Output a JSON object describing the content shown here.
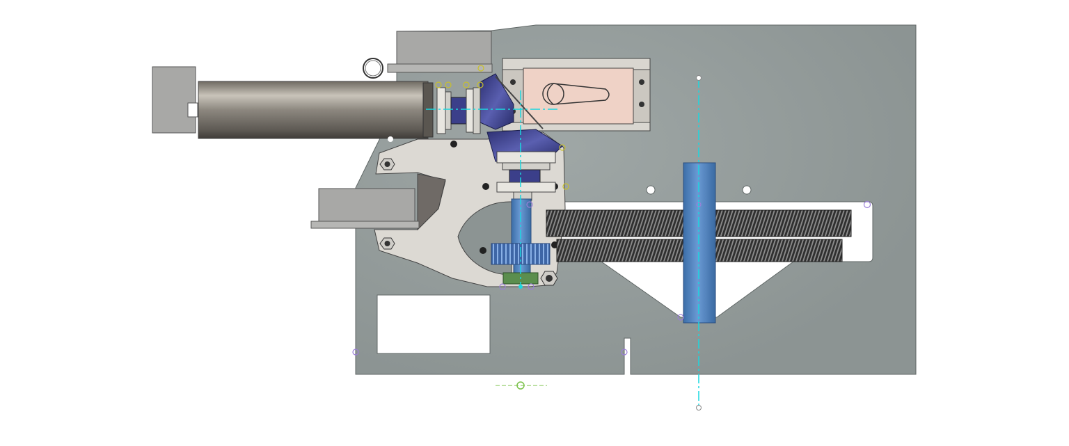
{
  "view": {
    "title": "",
    "background": "#ffffff"
  },
  "colors": {
    "base_plate": "#959d9c",
    "plate_edge": "#5f6665",
    "bracket": "#dcd9d3",
    "motor_block": "#a8a8a6",
    "motor_barrel": "#8f8a82",
    "servo_body": "#efd2c6",
    "bevel_gear": "#3a3f8c",
    "spur_gear_blue": "#4f78b8",
    "shaft_blue": "#4d86c7",
    "rack_dark": "#3c3c3c",
    "centerline_cyan": "#19d8e0",
    "constraint_purple": "#9b7fd8",
    "constraint_yellow": "#c9c02a",
    "sketch_green": "#7bc24a",
    "green_block": "#5b8e4e"
  },
  "components": [
    "base-plate",
    "drive-motor",
    "motor-mount-block",
    "gearbox-bracket",
    "servo",
    "servo-horn",
    "bevel-gear-pair",
    "pinion-gear",
    "rack-gears",
    "output-shaft",
    "mounting-hole"
  ],
  "icons": [
    "hex-nut-icon",
    "constraint-point-icon",
    "sketch-point-icon"
  ]
}
